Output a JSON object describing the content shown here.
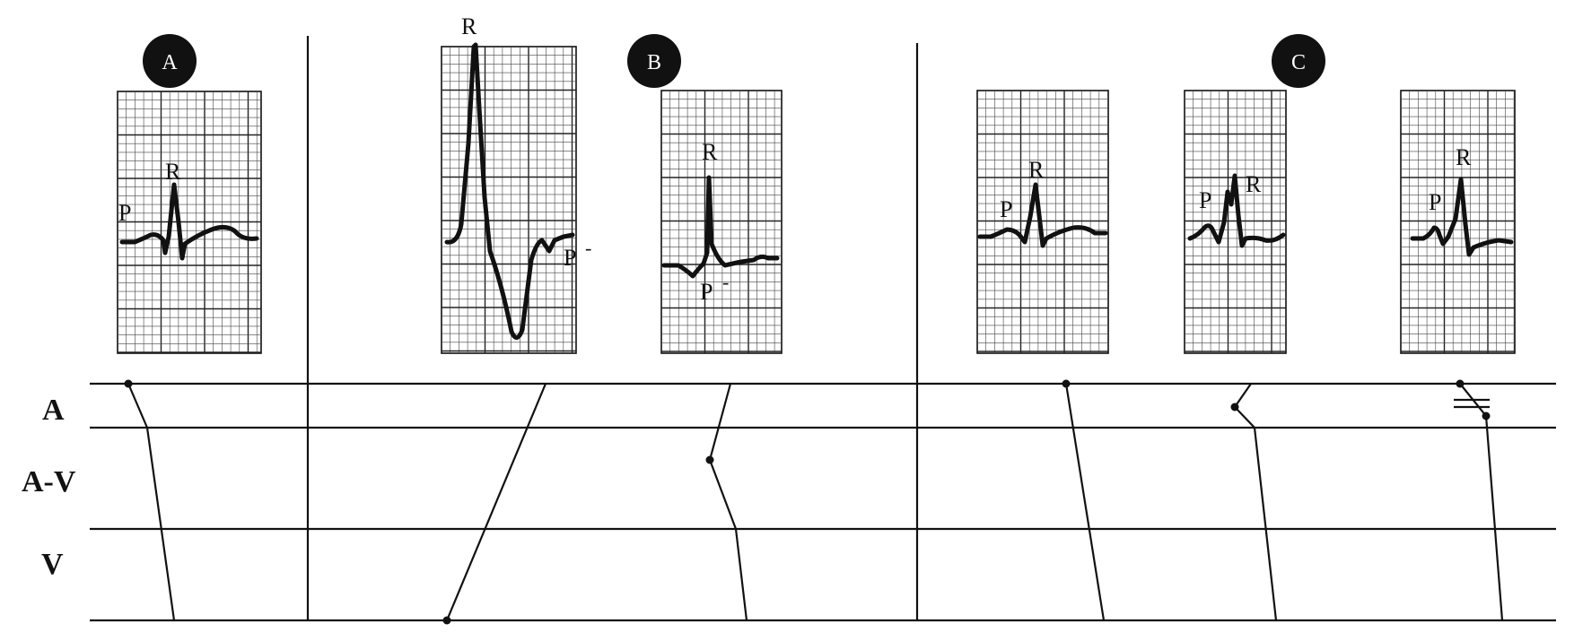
{
  "panels": [
    {
      "id": "A",
      "badge": "A"
    },
    {
      "id": "B",
      "badge": "B"
    },
    {
      "id": "C",
      "badge": "C"
    }
  ],
  "row_labels": {
    "atrium": "A",
    "av_node": "A-V",
    "ventricle": "V"
  },
  "wave_labels": {
    "p": "P",
    "r": "R",
    "p_minus": "P",
    "minus_sign": "-"
  },
  "colors": {
    "ink": "#111111",
    "badge_fill": "#111111",
    "badge_text": "#ffffff",
    "background": "#ffffff"
  }
}
